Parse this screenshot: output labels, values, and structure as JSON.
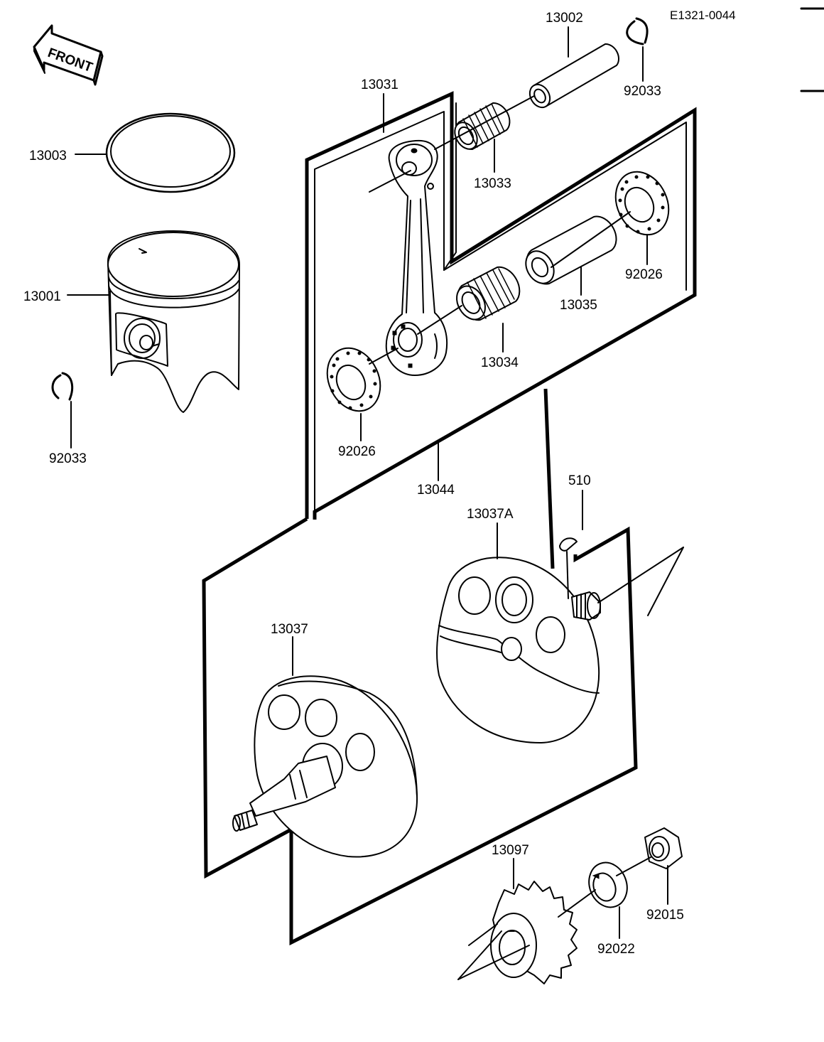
{
  "drawing_code": "E1321-0044",
  "front_indicator": "FRONT",
  "parts": {
    "p13002": "13002",
    "p92033_top": "92033",
    "p13031": "13031",
    "p13003": "13003",
    "p13033": "13033",
    "p92026_right": "92026",
    "p13001": "13001",
    "p13035": "13035",
    "p13034": "13034",
    "p92026_left": "92026",
    "p92033_left": "92033",
    "p13044": "13044",
    "p510": "510",
    "p13037A": "13037A",
    "p13037": "13037",
    "p13097": "13097",
    "p92015": "92015",
    "p92022": "92022"
  }
}
